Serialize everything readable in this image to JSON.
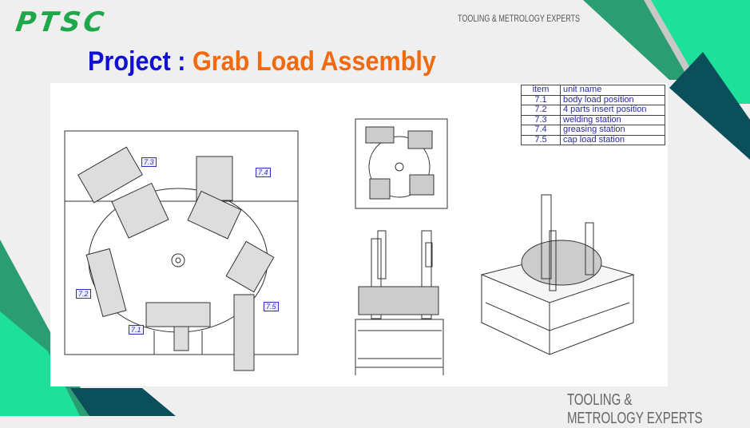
{
  "header": {
    "logo": "PTSC",
    "tagline": "TOOLING & METROLOGY EXPERTS"
  },
  "title": {
    "prefix": "Project :",
    "name": "Grab Load Assembly"
  },
  "table": {
    "headers": [
      "item",
      "unit name"
    ],
    "rows": [
      [
        "7.1",
        "body load position"
      ],
      [
        "7.2",
        "4 parts insert position"
      ],
      [
        "7.3",
        "welding station"
      ],
      [
        "7.4",
        "greasing station"
      ],
      [
        "7.5",
        "cap load station"
      ]
    ]
  },
  "drawing_labels": [
    "7.3",
    "7.4",
    "7.2",
    "7.5",
    "7.1"
  ],
  "footer": {
    "tagline": "TOOLING & METROLOGY EXPERTS"
  },
  "colors": {
    "green": "#2a9d73",
    "bright_green": "#1de09a",
    "dark_teal": "#0b4f5a",
    "title_blue": "#1010d0",
    "title_orange": "#f26a10"
  }
}
